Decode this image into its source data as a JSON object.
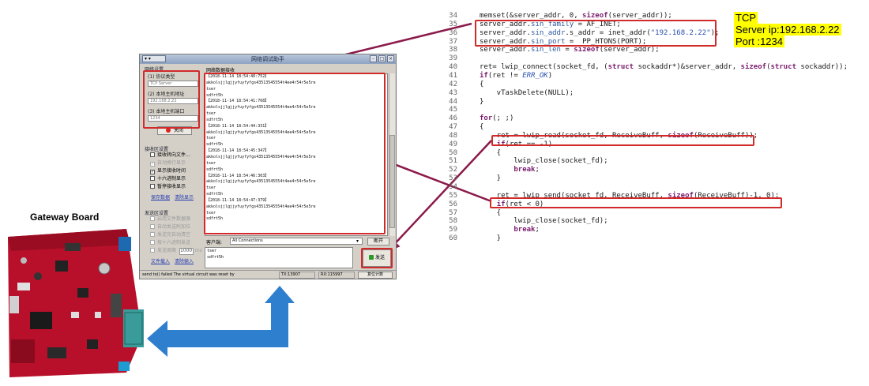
{
  "labels": {
    "gateway_board": "Gateway Board",
    "tcp_note": [
      "TCP",
      "Server ip:192.168.2.22",
      "Port :1234"
    ]
  },
  "colors": {
    "arrow_maroon": "#8b1a4a",
    "arrow_blue": "#2f7fcf",
    "highlight_red": "#d12a2a",
    "highlight_yellow": "#ffff00",
    "board_red": "#b8102a"
  },
  "tool_window": {
    "title": "网络调试助手",
    "menu_label": "▾ ▾",
    "settings_group": "网络设置",
    "protocol_label": "(1) 协议类型",
    "protocol_value": "TCP Server",
    "local_ip_label": "(2) 本地主机地址",
    "local_ip_value": "192.168.2.22",
    "local_port_label": "(3) 本地主机端口",
    "local_port_value": "1234",
    "close_button": "关闭",
    "recv_settings_group": "接收区设置",
    "recv_options": [
      {
        "label": "接收转向文件...",
        "checked": false,
        "disabled": false
      },
      {
        "label": "自动换行显示",
        "checked": true,
        "disabled": true
      },
      {
        "label": "显示接收时间",
        "checked": true,
        "disabled": false
      },
      {
        "label": "十六进制显示",
        "checked": false,
        "disabled": false
      },
      {
        "label": "暂停接收显示",
        "checked": false,
        "disabled": false
      }
    ],
    "save_data_link": "保存数据",
    "clear_display_link": "清除显示",
    "send_settings_group": "发送区设置",
    "send_options": [
      {
        "label": "启用文件数据源",
        "checked": false
      },
      {
        "label": "自动发送附加位",
        "checked": false
      },
      {
        "label": "发送完自动清空",
        "checked": false
      },
      {
        "label": "按十六进制发送",
        "checked": false
      },
      {
        "label": "发送周期",
        "checked": false
      }
    ],
    "send_period_value": "1000",
    "send_period_unit": "ms",
    "file_load_link": "文件载入",
    "clear_input_link": "清除输入",
    "recv_area_title": "网络数据接收",
    "recv_lines": [
      "【2018-11-14 18:54:40:752】",
      "akkolsjjlgjjyfuyfyfgs43513545554t4ee4r54r5e5re",
      "tser",
      "sdfrt5h",
      "【2018-11-14 18:54:41:768】",
      "akkolsjjlgjjyfuyfyfgs43513545554t4ee4r54r5e5re",
      "tser",
      "sdfrt5h",
      "【2018-11-14 18:54:44:331】",
      "akkolsjjlgjjyfuyfyfgs43513545554t4ee4r54r5e5re",
      "tser",
      "sdfrt5h",
      "【2018-11-14 18:54:45:347】",
      "akkolsjjlgjjyfuyfyfgs43513545554t4ee4r54r5e5re",
      "tser",
      "sdfrt5h",
      "【2018-11-14 18:54:46:363】",
      "akkolsjjlgjjyfuyfyfgs43513545554t4ee4r54r5e5re",
      "tser",
      "sdfrt5h",
      "【2018-11-14 18:54:47:379】",
      "akkolsjjlgjjyfuyfyfgs43513545554t4ee4r54r5e5re",
      "tser",
      "sdfrt5h"
    ],
    "client_label": "客户端:",
    "client_value": "All Connections",
    "disconnect_button": "断开",
    "send_text_lines": [
      "tser",
      "sdfrt5h"
    ],
    "send_button": "发送",
    "status_left": "send to() failed  The virtual circuit was reset by",
    "tx_label": "TX:13907",
    "rx_label": "RX:115997",
    "reset_count_button": "复位计数"
  },
  "code": {
    "lines": [
      {
        "n": "34",
        "text": "memset(&server_addr, 0, sizeof(server_addr));"
      },
      {
        "n": "35",
        "text": "server_addr.sin_family = AF_INET;"
      },
      {
        "n": "36",
        "text": "server_addr.sin_addr.s_addr = inet_addr(\"192.168.2.22\");"
      },
      {
        "n": "37",
        "text": "server_addr.sin_port =  PP_HTONS(PORT);"
      },
      {
        "n": "38",
        "text": "server_addr.sin_len = sizeof(server_addr);"
      },
      {
        "n": "39",
        "text": ""
      },
      {
        "n": "40",
        "text": "ret= lwip_connect(socket_fd, (struct sockaddr*)&server_addr, sizeof(struct sockaddr));"
      },
      {
        "n": "41",
        "text": "if(ret != ERR_OK)"
      },
      {
        "n": "42",
        "text": "{"
      },
      {
        "n": "43",
        "text": "    vTaskDelete(NULL);"
      },
      {
        "n": "44",
        "text": "}"
      },
      {
        "n": "45",
        "text": ""
      },
      {
        "n": "46",
        "text": "for(; ;)"
      },
      {
        "n": "47",
        "text": "{"
      },
      {
        "n": "48",
        "text": "    ret = lwip_read(socket_fd, ReceiveBuff, sizeof(ReceiveBuff));"
      },
      {
        "n": "49",
        "text": "    if(ret == -1)"
      },
      {
        "n": "50",
        "text": "    {"
      },
      {
        "n": "51",
        "text": "        lwip_close(socket_fd);"
      },
      {
        "n": "52",
        "text": "        break;"
      },
      {
        "n": "53",
        "text": "    }"
      },
      {
        "n": "54",
        "text": ""
      },
      {
        "n": "55",
        "text": "    ret = lwip_send(socket_fd, ReceiveBuff, sizeof(ReceiveBuff)-1, 0);"
      },
      {
        "n": "56",
        "text": "    if(ret < 0)"
      },
      {
        "n": "57",
        "text": "    {"
      },
      {
        "n": "58",
        "text": "        lwip_close(socket_fd);"
      },
      {
        "n": "59",
        "text": "        break;"
      },
      {
        "n": "60",
        "text": "    }"
      }
    ]
  }
}
